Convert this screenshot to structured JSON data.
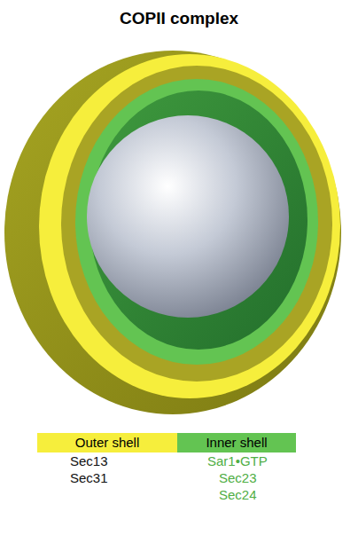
{
  "diagram": {
    "title": "COPII complex",
    "labels": [
      "Sec13",
      "Sec31",
      "Sar1•GTP",
      "Sec23",
      "Sec24"
    ],
    "legend": [
      {
        "text": "Outer shell",
        "color": "#f6ee3c"
      },
      {
        "text": "Inner shell",
        "color": "#63c452"
      }
    ]
  }
}
